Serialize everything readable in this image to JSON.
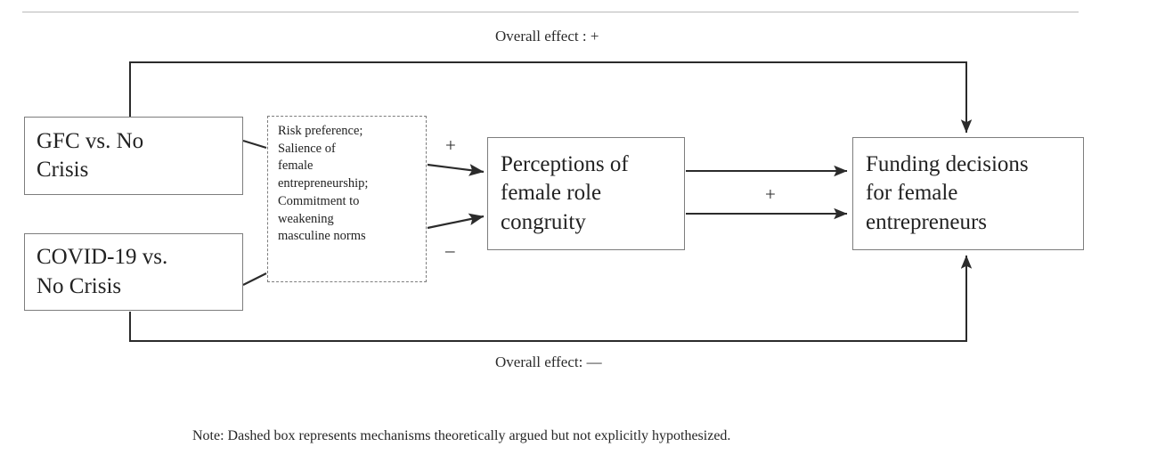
{
  "figure": {
    "type": "conceptual-model-diagram",
    "note": "Note: Dashed box represents mechanisms theoretically argued but not explicitly hypothesized."
  },
  "nodes": {
    "gfc": {
      "label": "GFC vs. No\nCrisis"
    },
    "covid": {
      "label": "COVID-19 vs.\nNo Crisis"
    },
    "mechanisms": {
      "label": "Risk preference;\nSalience of\nfemale\nentrepreneurship;\nCommitment to\nweakening\nmasculine norms"
    },
    "perceptions": {
      "label": "Perceptions of\nfemale role\ncongruity"
    },
    "funding": {
      "label": "Funding decisions\nfor female\nentrepreneurs"
    }
  },
  "labels": {
    "overall_effect_top": "Overall effect : +",
    "overall_effect_bottom": "Overall effect: —",
    "sign_gfc_to_perceptions": "+",
    "sign_covid_to_perceptions": "–",
    "sign_perceptions_to_funding": "+"
  },
  "colors": {
    "box_border": "#7d7d7d",
    "line": "#2b2b2b",
    "text": "#222222",
    "rule": "#b9b9b9",
    "background": "#ffffff"
  }
}
